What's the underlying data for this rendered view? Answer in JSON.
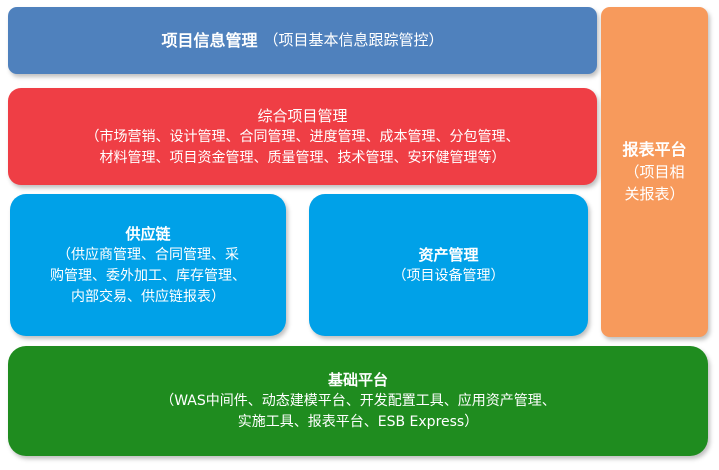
{
  "blocks": {
    "project_info": {
      "title": "项目信息管理",
      "desc": "（项目基本信息跟踪管控）"
    },
    "integrated": {
      "title": "综合项目管理",
      "lines": [
        "（市场营销、设计管理、合同管理、进度管理、成本管理、分包管理、",
        "材料管理、项目资金管理、质量管理、技术管理、安环健管理等）"
      ]
    },
    "supply_chain": {
      "title": "供应链",
      "lines": [
        "（供应商管理、合同管理、采",
        "购管理、委外加工、库存管理、",
        "内部交易、供应链报表）"
      ]
    },
    "asset_mgmt": {
      "title": "资产管理",
      "lines": [
        "（项目设备管理）"
      ]
    },
    "report_platform": {
      "title": "报表平台",
      "lines": [
        "（项目相",
        "关报表）"
      ]
    },
    "base_platform": {
      "title": "基础平台",
      "lines": [
        "（WAS中间件、动态建模平台、开发配置工具、应用资产管理、",
        "实施工具、报表平台、ESB Express）"
      ]
    }
  },
  "colors": {
    "project_info": "#4f81bd",
    "integrated": "#ef3e45",
    "supply_chain": "#00a1e8",
    "asset_mgmt": "#00a1e8",
    "report_platform": "#f79a5c",
    "base_platform": "#1f8c1f"
  }
}
